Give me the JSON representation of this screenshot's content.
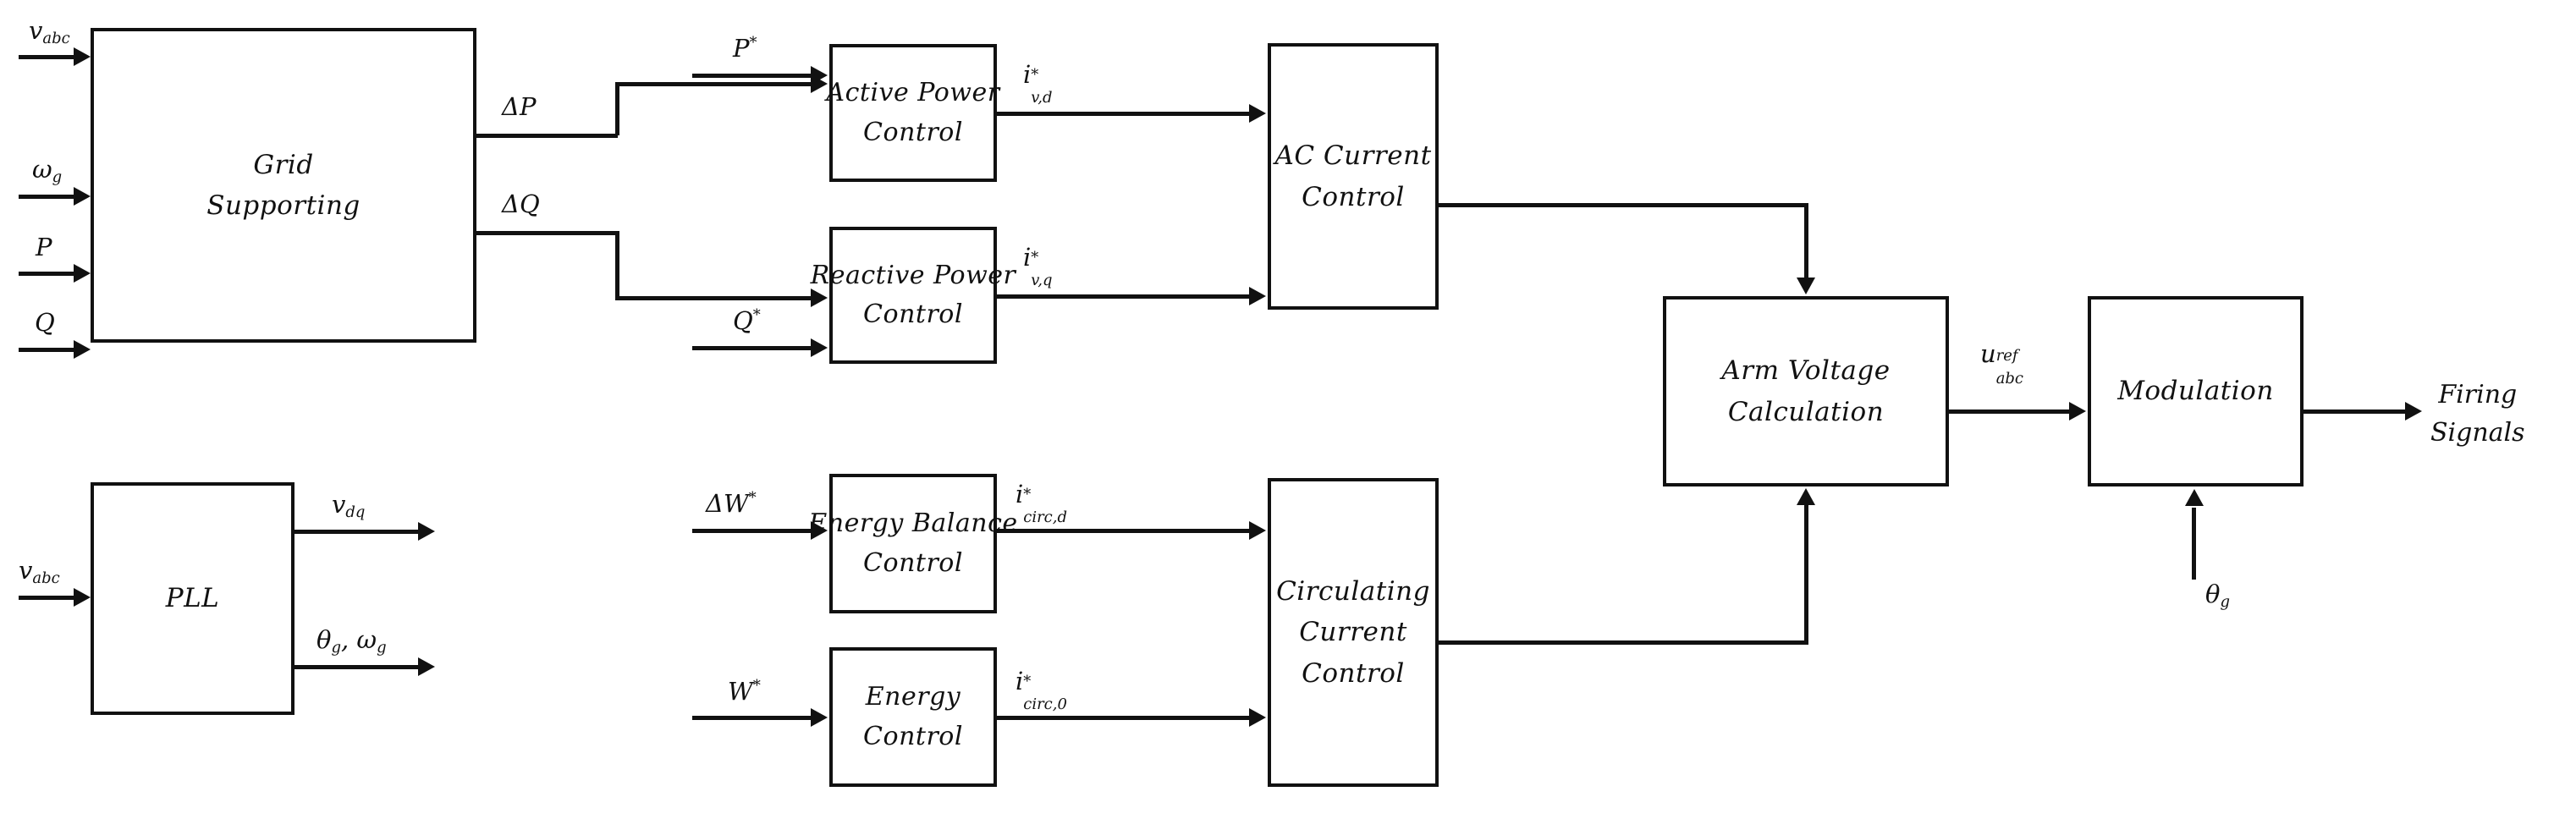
{
  "diagram": {
    "title": "MMC Grid-Supporting Control Block Diagram",
    "stroke_color": "#111111",
    "background_color": "#ffffff"
  },
  "blocks": {
    "grid_supporting": {
      "line1": "Grid",
      "line2": "Supporting"
    },
    "pll": {
      "line1": "PLL",
      "line2": ""
    },
    "active_power": {
      "line1": "Active Power",
      "line2": "Control"
    },
    "reactive_power": {
      "line1": "Reactive Power",
      "line2": "Control"
    },
    "energy_balance": {
      "line1": "Energy Balance",
      "line2": "Control"
    },
    "energy": {
      "line1": "Energy",
      "line2": "Control"
    },
    "ac_current": {
      "line1": "AC Current",
      "line2": "Control"
    },
    "circulating": {
      "line1": "Circulating",
      "line2": "Current",
      "line3": "Control"
    },
    "arm_voltage": {
      "line1": "Arm Voltage",
      "line2": "Calculation"
    },
    "modulation": {
      "line1": "Modulation",
      "line2": ""
    }
  },
  "signals": {
    "v_abc_top": {
      "base": "v",
      "sub": "abc",
      "sup": ""
    },
    "omega_g": {
      "base": "ω",
      "sub": "g",
      "sup": ""
    },
    "p_in": {
      "base": "P",
      "sub": "",
      "sup": ""
    },
    "q_in": {
      "base": "Q",
      "sub": "",
      "sup": ""
    },
    "delta_p": {
      "base": "ΔP",
      "sub": "",
      "sup": ""
    },
    "delta_q": {
      "base": "ΔQ",
      "sub": "",
      "sup": ""
    },
    "p_ref": {
      "base": "P",
      "sub": "",
      "sup": "*"
    },
    "q_ref": {
      "base": "Q",
      "sub": "",
      "sup": "*"
    },
    "i_vd_ref": {
      "base": "i",
      "sub": "v,d",
      "sup": "*"
    },
    "i_vq_ref": {
      "base": "i",
      "sub": "v,q",
      "sup": "*"
    },
    "v_abc_pll": {
      "base": "v",
      "sub": "abc",
      "sup": ""
    },
    "v_dq": {
      "base": "v",
      "sub": "dq",
      "sup": ""
    },
    "theta_omega_g": {
      "base": "θ",
      "sub": "g",
      "sup": "",
      "extra": ", ω",
      "extra_sub": "g"
    },
    "delta_w_ref": {
      "base": "ΔW",
      "sub": "",
      "sup": "*"
    },
    "w_ref": {
      "base": "W",
      "sub": "",
      "sup": "*"
    },
    "i_circ_d_ref": {
      "base": "i",
      "sub": "circ,d",
      "sup": "*"
    },
    "i_circ_0_ref": {
      "base": "i",
      "sub": "circ,0",
      "sup": "*"
    },
    "u_abc_ref": {
      "base": "u",
      "sub": "abc",
      "sup": "ref"
    },
    "theta_g": {
      "base": "θ",
      "sub": "g",
      "sup": ""
    }
  },
  "outputs": {
    "firing_signals": {
      "line1": "Firing",
      "line2": "Signals"
    }
  }
}
